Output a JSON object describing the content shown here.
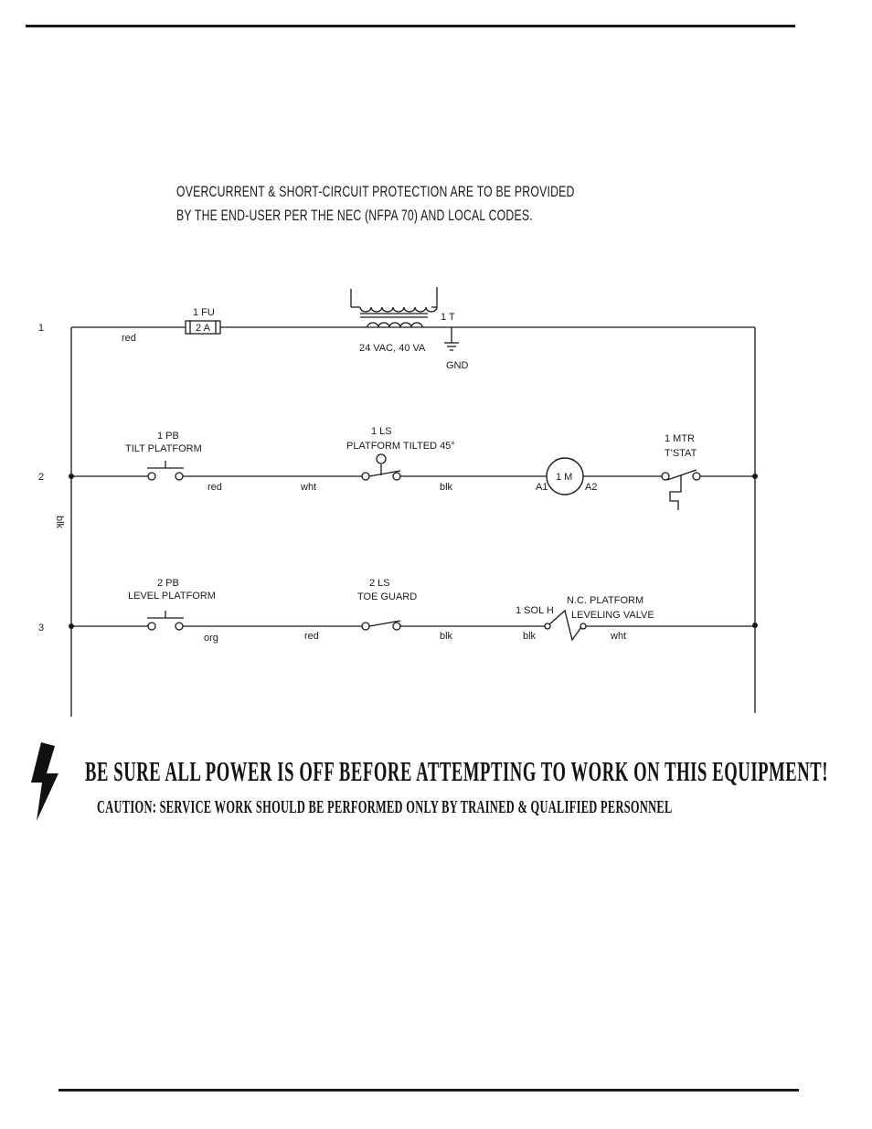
{
  "note": {
    "line1": "OVERCURRENT & SHORT-CIRCUIT PROTECTION ARE TO BE PROVIDED",
    "line2": "BY THE END-USER PER THE NEC (NFPA 70) AND LOCAL CODES."
  },
  "diagram": {
    "rungs": {
      "r1": "1",
      "r2": "2",
      "r3": "3"
    },
    "fuse": {
      "label": "1 FU",
      "value": "2 A"
    },
    "transformer": {
      "label": "1 T",
      "rating": "24 VAC, 40 VA",
      "ground": "GND"
    },
    "pb1": {
      "label": "1 PB",
      "desc": "TILT PLATFORM"
    },
    "ls1": {
      "label": "1 LS",
      "desc": "PLATFORM TILTED 45°"
    },
    "motor": {
      "label": "1 M",
      "a1": "A1",
      "a2": "A2"
    },
    "tstat": {
      "label": "1 MTR",
      "desc": "T'STAT"
    },
    "pb2": {
      "label": "2 PB",
      "desc": "LEVEL PLATFORM"
    },
    "ls2": {
      "label": "2 LS",
      "desc": "TOE GUARD"
    },
    "sol": {
      "label": "1 SOL H",
      "desc1": "N.C. PLATFORM",
      "desc2": "LEVELING VALVE"
    },
    "wires": {
      "r1_red": "red",
      "r2_red": "red",
      "r2_wht": "wht",
      "r2_blk": "blk",
      "left_blk": "blk",
      "r3_org": "org",
      "r3_red": "red",
      "r3_blk1": "blk",
      "r3_blk2": "blk",
      "r3_wht": "wht"
    }
  },
  "warning": {
    "main": "BE SURE ALL POWER IS OFF BEFORE ATTEMPTING TO WORK ON THIS EQUIPMENT!",
    "sub": "CAUTION: SERVICE WORK SHOULD BE PERFORMED ONLY BY TRAINED & QUALIFIED PERSONNEL"
  }
}
